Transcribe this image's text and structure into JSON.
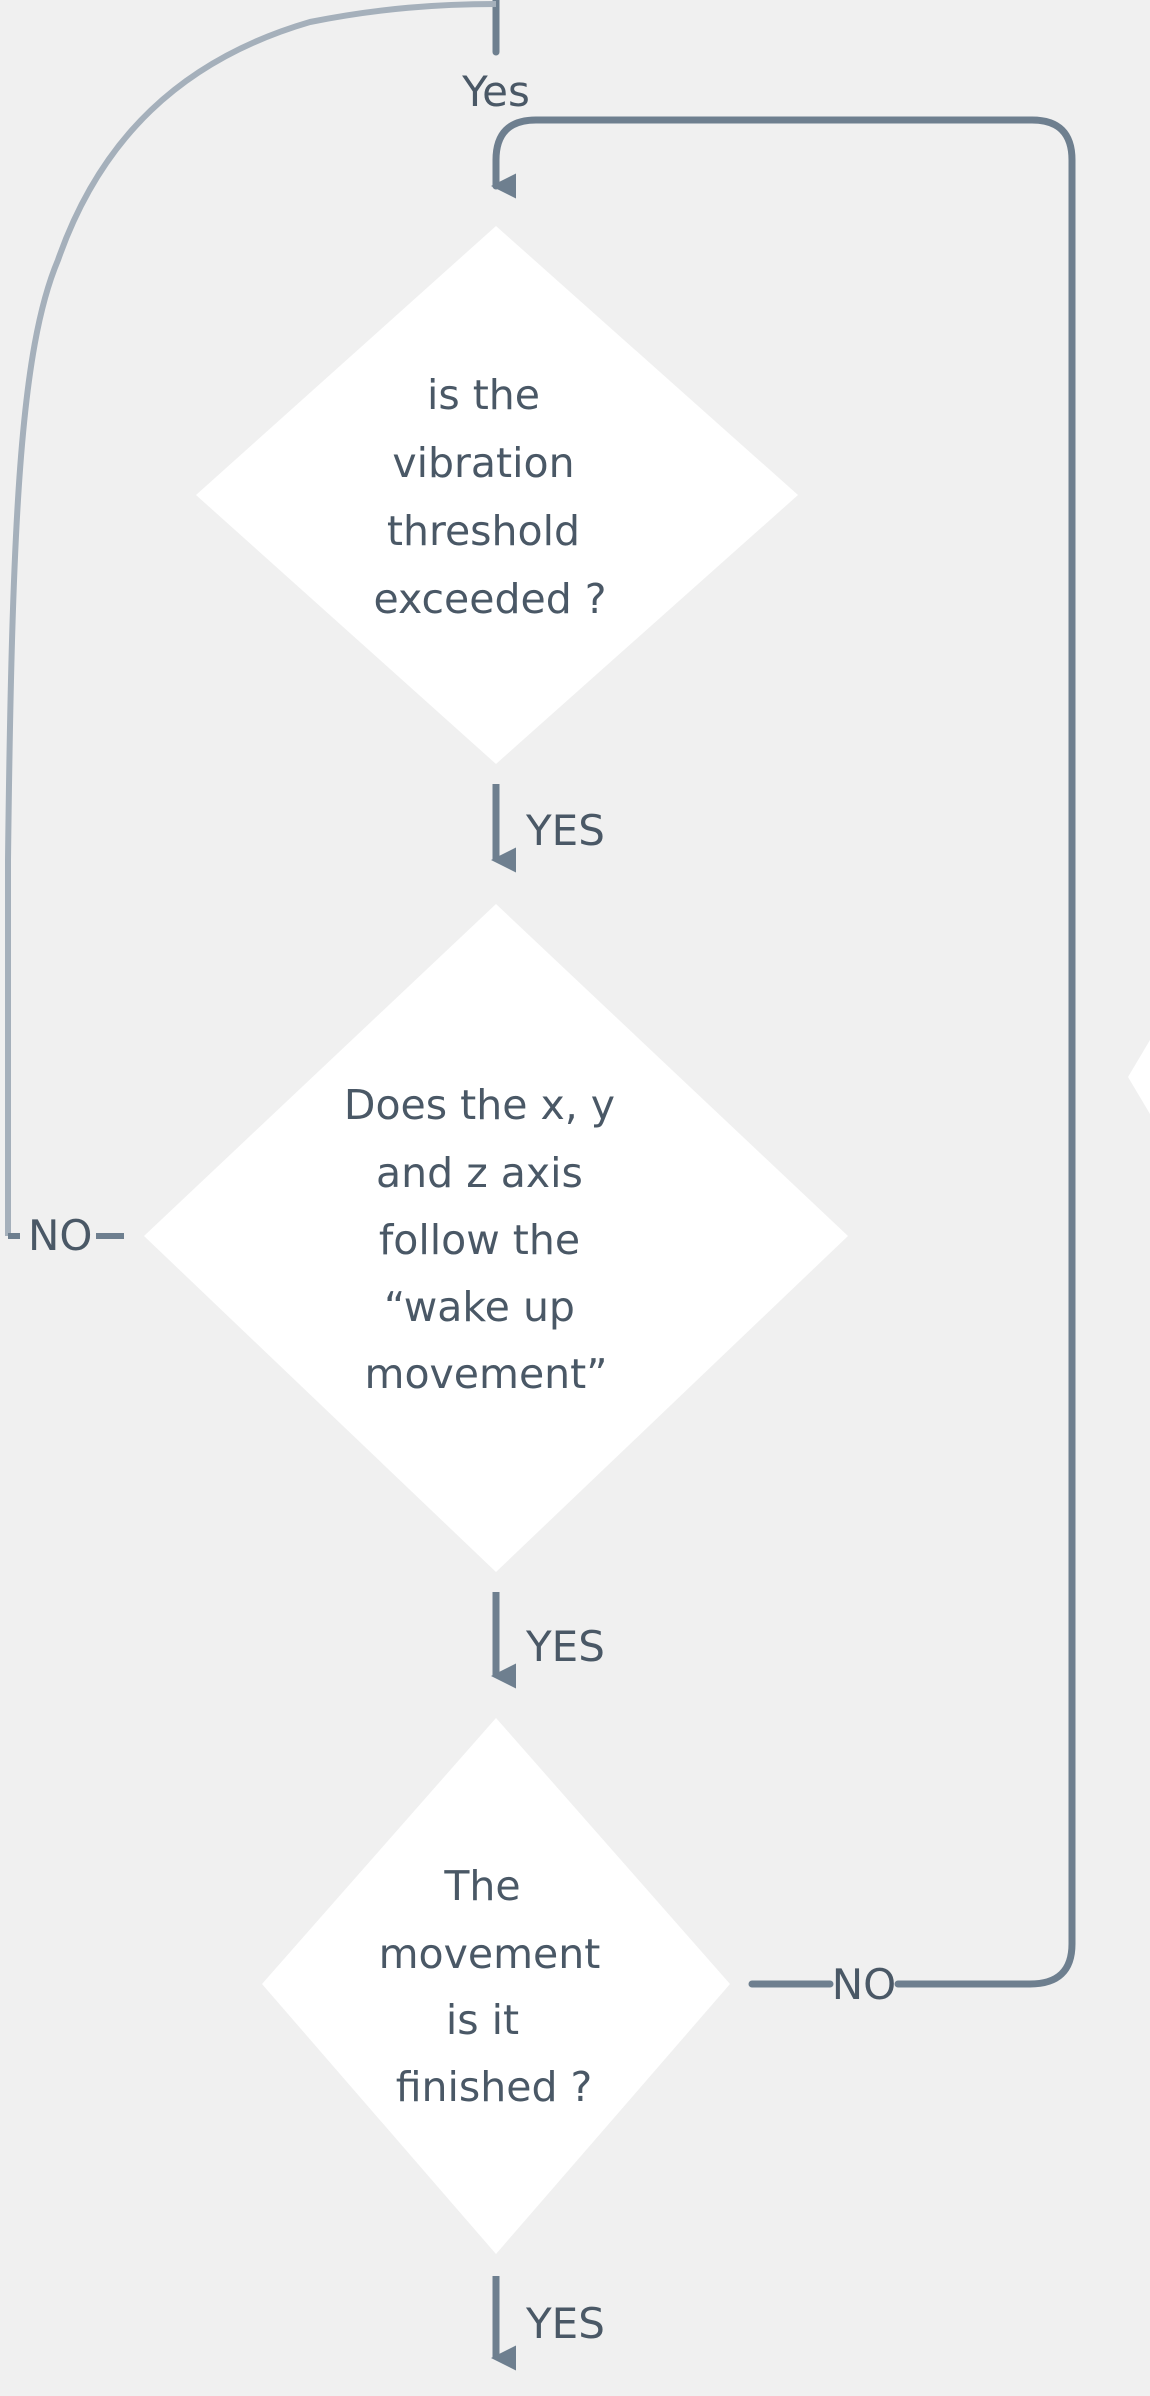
{
  "diagram": {
    "colors": {
      "background": "#f0f0f0",
      "node_fill": "#ffffff",
      "connector": "#6e7f8f",
      "loop_connector": "#a5b0bb",
      "text": "#4a5866"
    },
    "edge_labels": {
      "top_yes": "Yes",
      "yes_1": "YES",
      "yes_2": "YES",
      "yes_3": "YES",
      "no_left": "NO",
      "no_right": "NO"
    },
    "nodes": [
      {
        "id": "vibration-check",
        "lines": [
          "is the",
          "vibration",
          "threshold",
          "exceeded ?"
        ]
      },
      {
        "id": "axis-check",
        "lines": [
          "Does the x, y",
          "and z axis",
          "follow the",
          "“wake up",
          "movement”"
        ]
      },
      {
        "id": "movement-finished-check",
        "lines": [
          "The",
          "movement",
          "is it",
          "finished ?"
        ]
      }
    ]
  }
}
